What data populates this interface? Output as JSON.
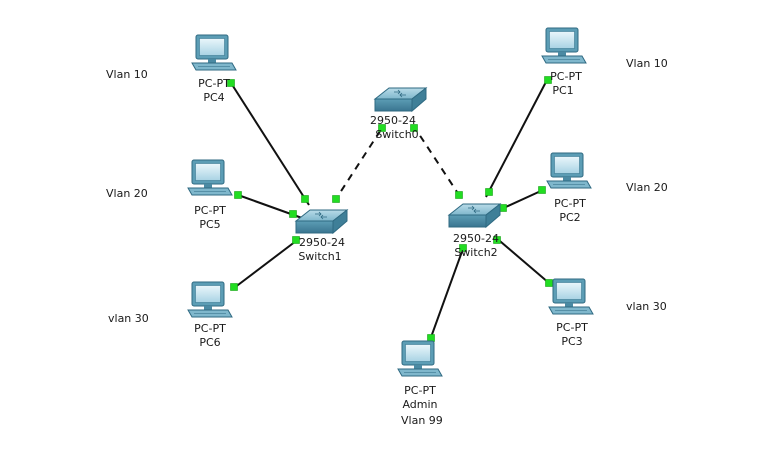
{
  "colors": {
    "port": "#22dd22",
    "device": "#5c9db5",
    "link": "#111111"
  },
  "vlan_labels": [
    {
      "id": "vlan-label-pc4",
      "text": "Vlan 10"
    },
    {
      "id": "vlan-label-pc5",
      "text": "Vlan 20"
    },
    {
      "id": "vlan-label-pc6",
      "text": "vlan 30"
    },
    {
      "id": "vlan-label-pc1",
      "text": "Vlan 10"
    },
    {
      "id": "vlan-label-pc2",
      "text": "Vlan 20"
    },
    {
      "id": "vlan-label-pc3",
      "text": "vlan 30"
    },
    {
      "id": "vlan-label-admin",
      "text": "Vlan 99"
    }
  ],
  "devices": [
    {
      "id": "pc4",
      "kind": "pc",
      "icon": "pc-icon",
      "model": "PC-PT",
      "name": "PC4"
    },
    {
      "id": "pc5",
      "kind": "pc",
      "icon": "pc-icon",
      "model": "PC-PT",
      "name": "PC5"
    },
    {
      "id": "pc6",
      "kind": "pc",
      "icon": "pc-icon",
      "model": "PC-PT",
      "name": "PC6"
    },
    {
      "id": "pc1",
      "kind": "pc",
      "icon": "pc-icon",
      "model": "PC-PT",
      "name": "PC1"
    },
    {
      "id": "pc2",
      "kind": "pc",
      "icon": "pc-icon",
      "model": "PC-PT",
      "name": "PC2"
    },
    {
      "id": "pc3",
      "kind": "pc",
      "icon": "pc-icon",
      "model": "PC-PT",
      "name": "PC3"
    },
    {
      "id": "admin",
      "kind": "pc",
      "icon": "pc-icon",
      "model": "PC-PT",
      "name": "Admin"
    },
    {
      "id": "switch0",
      "kind": "switch",
      "icon": "switch-icon",
      "model": "2950-24",
      "name": "Switch0"
    },
    {
      "id": "switch1",
      "kind": "switch",
      "icon": "switch-icon",
      "model": "2950-24",
      "name": "Switch1"
    },
    {
      "id": "switch2",
      "kind": "switch",
      "icon": "switch-icon",
      "model": "2950-24",
      "name": "Switch2"
    }
  ],
  "links": [
    {
      "id": "pc4-switch1",
      "from": "pc4",
      "to": "switch1",
      "style": "solid"
    },
    {
      "id": "pc5-switch1",
      "from": "pc5",
      "to": "switch1",
      "style": "solid"
    },
    {
      "id": "pc6-switch1",
      "from": "pc6",
      "to": "switch1",
      "style": "solid"
    },
    {
      "id": "switch1-switch0",
      "from": "switch1",
      "to": "switch0",
      "style": "dashed"
    },
    {
      "id": "switch0-switch2",
      "from": "switch0",
      "to": "switch2",
      "style": "dashed"
    },
    {
      "id": "pc1-switch2",
      "from": "pc1",
      "to": "switch2",
      "style": "solid"
    },
    {
      "id": "pc2-switch2",
      "from": "pc2",
      "to": "switch2",
      "style": "solid"
    },
    {
      "id": "pc3-switch2",
      "from": "pc3",
      "to": "switch2",
      "style": "solid"
    },
    {
      "id": "admin-switch2",
      "from": "admin",
      "to": "switch2",
      "style": "solid"
    }
  ]
}
